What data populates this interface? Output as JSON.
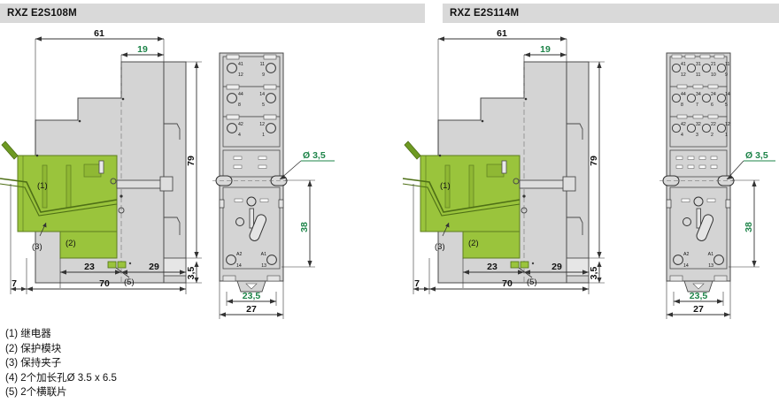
{
  "headers": {
    "left": "RXZ E2S108M",
    "right": "RXZ E2S114M"
  },
  "legend": [
    "(1) 继电器",
    "(2) 保护模块",
    "(3) 保持夹子",
    "(4) 2个加长孔Ø 3.5 x 6.5",
    "(5) 2个横联片"
  ],
  "colors": {
    "relay_green": "#9ac43c",
    "dim_green": "#1e8449",
    "body_grey": "#d4d4d4",
    "header_grey": "#d9d9d9",
    "line": "#4a4a4a"
  },
  "views": {
    "left": {
      "side": {
        "dimensions": {
          "width_total": "61",
          "step_width": "19",
          "height_total": "79",
          "base_height": "3,5",
          "depth_front": "23",
          "depth_rear": "29",
          "depth_total": "70",
          "offset_left": "7"
        },
        "callouts": {
          "relay": "(1)",
          "protection_module": "(2)",
          "retaining_clip": "(3)",
          "jumper": "(5)"
        }
      },
      "top": {
        "dimensions": {
          "hole_diameter": "Ø 3,5",
          "hole_spacing": "38",
          "inner_width": "23,5",
          "outer_width": "27"
        },
        "terminal_rows": [
          {
            "left_top": "41",
            "left_bottom": "12",
            "right_top": "11",
            "right_bottom": "9"
          },
          {
            "left_top": "44",
            "left_bottom": "8",
            "right_top": "14",
            "right_bottom": "5"
          },
          {
            "left_top": "42",
            "left_bottom": "4",
            "right_top": "12",
            "right_bottom": "1"
          }
        ],
        "coil_terminals": {
          "left_label": "A2",
          "left_number": "14",
          "right_label": "A1",
          "right_number": "13"
        }
      }
    },
    "right": {
      "side": {
        "dimensions": {
          "width_total": "61",
          "step_width": "19",
          "height_total": "79",
          "base_height": "3,5",
          "depth_front": "23",
          "depth_rear": "29",
          "depth_total": "70",
          "offset_left": "7"
        },
        "callouts": {
          "relay": "(1)",
          "protection_module": "(2)",
          "retaining_clip": "(3)",
          "jumper": "(5)"
        }
      },
      "top": {
        "dimensions": {
          "hole_diameter": "Ø 3,5",
          "hole_spacing": "38",
          "inner_width": "23,5",
          "outer_width": "27"
        },
        "terminal_rows": [
          {
            "c1_top": "41",
            "c1_bottom": "12",
            "c2_top": "31",
            "c2_bottom": "11",
            "c3_top": "21",
            "c3_bottom": "10",
            "c4_top": "11",
            "c4_bottom": "9"
          },
          {
            "c1_top": "44",
            "c1_bottom": "8",
            "c2_top": "34",
            "c2_bottom": "7",
            "c3_top": "24",
            "c3_bottom": "6",
            "c4_top": "14",
            "c4_bottom": "5"
          },
          {
            "c1_top": "42",
            "c1_bottom": "4",
            "c2_top": "32",
            "c2_bottom": "3",
            "c3_top": "22",
            "c3_bottom": "2",
            "c4_top": "12",
            "c4_bottom": "1"
          }
        ],
        "coil_terminals": {
          "left_label": "A2",
          "left_number": "14",
          "right_label": "A1",
          "right_number": "13"
        }
      }
    }
  }
}
